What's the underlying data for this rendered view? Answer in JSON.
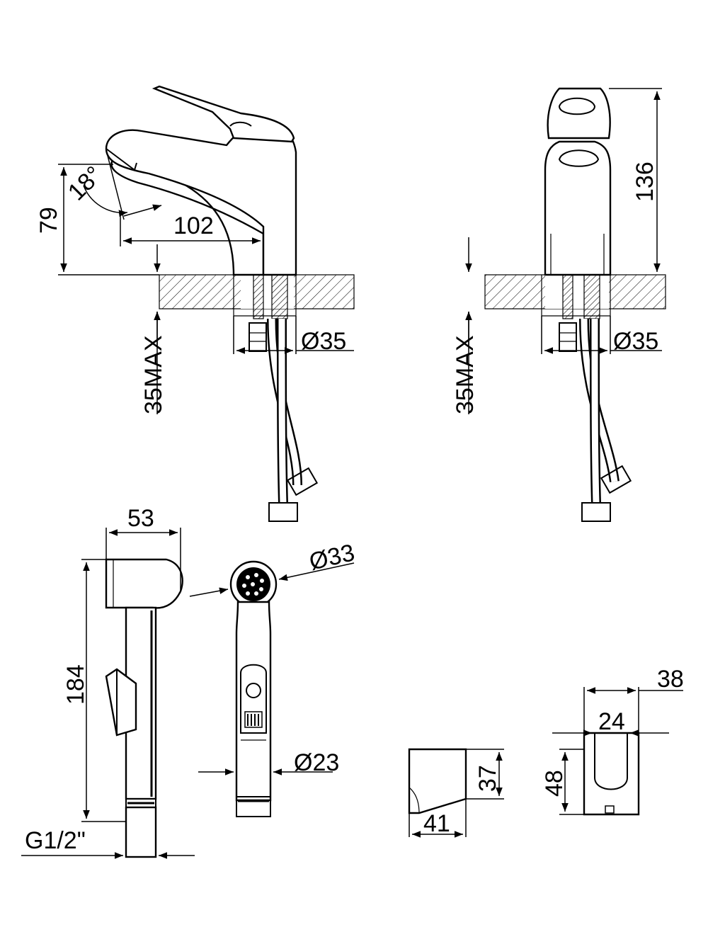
{
  "dimensions": {
    "front_height": "79",
    "angle": "18°",
    "spout_reach": "102",
    "max_thickness_left": "35MAX",
    "hole_left": "Ø35",
    "side_height": "136",
    "max_thickness_right": "35MAX",
    "hole_right": "Ø35",
    "handshower_width": "53",
    "handshower_length": "184",
    "thread": "G1/2\"",
    "head_diameter": "Ø33",
    "handle_diameter": "Ø23",
    "holder_outer_width": "38",
    "holder_inner_width": "24",
    "holder_height": "48",
    "holder_side_height": "37",
    "holder_depth": "41"
  }
}
